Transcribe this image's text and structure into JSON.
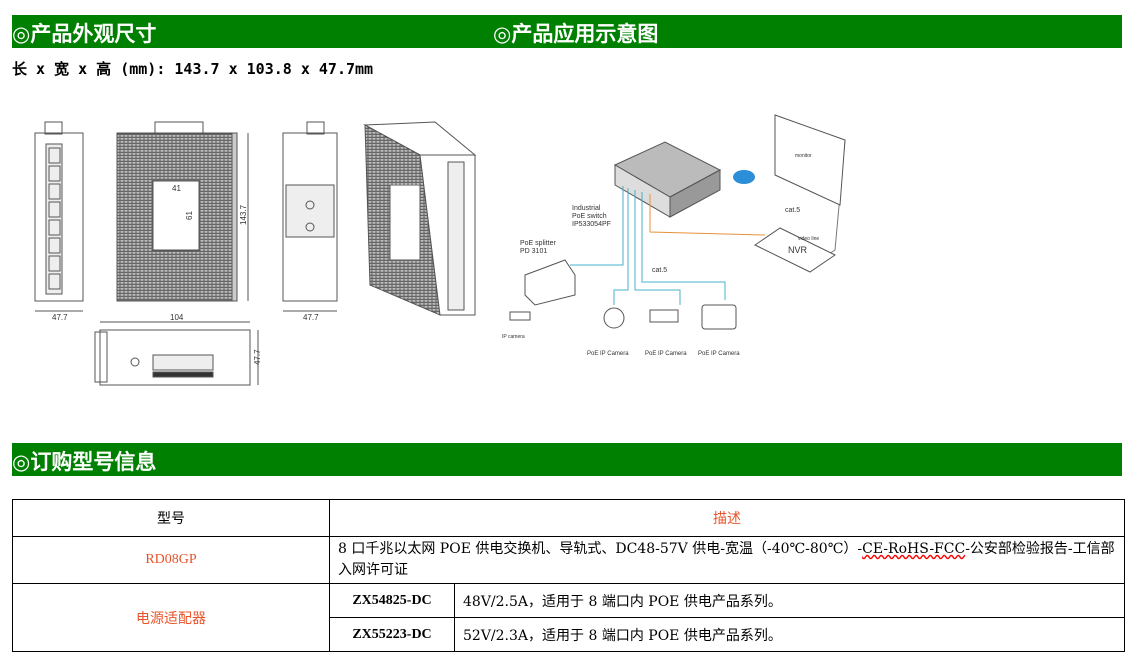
{
  "headers": {
    "dimensions": "◎产品外观尺寸",
    "application": "◎产品应用示意图",
    "ordering": "◎订购型号信息"
  },
  "dimensions_text": "长 x 宽 x 高 (mm): 143.7 x 103.8 x 47.7mm",
  "drawing_labels": {
    "w41": "41",
    "h61": "61",
    "h143": "143.7",
    "d47a": "47.7",
    "d47b": "47.7",
    "w104": "104",
    "d47c": "47.7"
  },
  "diagram_labels": {
    "switch1": "Industrial",
    "switch2": "PoE switch",
    "switch3": "IP533054PF",
    "splitter1": "PoE splitter",
    "splitter2": "PD 3101",
    "ipcam": "IP camera",
    "cat5a": "cat.5",
    "cat5b": "cat.5",
    "video": "video line",
    "nvr": "NVR",
    "monitor": "monitor",
    "cam1": "PoE IP Camera",
    "cam2": "PoE IP Camera",
    "cam3": "PoE IP Camera"
  },
  "table": {
    "head": {
      "model": "型号",
      "desc": "描述"
    },
    "row1": {
      "model": "RD08GP",
      "desc_a": "8 口千兆以太网 POE 供电交换机、导轨式、DC48-57V 供电-宽温（-40℃-80℃）-",
      "desc_cert": "CE-RoHS-FCC",
      "desc_b": "-公安部检验报告-工信部入网许可证"
    },
    "adapter": {
      "label": "电源适配器",
      "items": [
        {
          "model": "ZX54825-DC",
          "desc": "48V/2.5A，适用于 8 端口内 POE 供电产品系列。"
        },
        {
          "model": "ZX55223-DC",
          "desc": "52V/2.3A，适用于 8 端口内 POE 供电产品系列。"
        }
      ]
    }
  }
}
